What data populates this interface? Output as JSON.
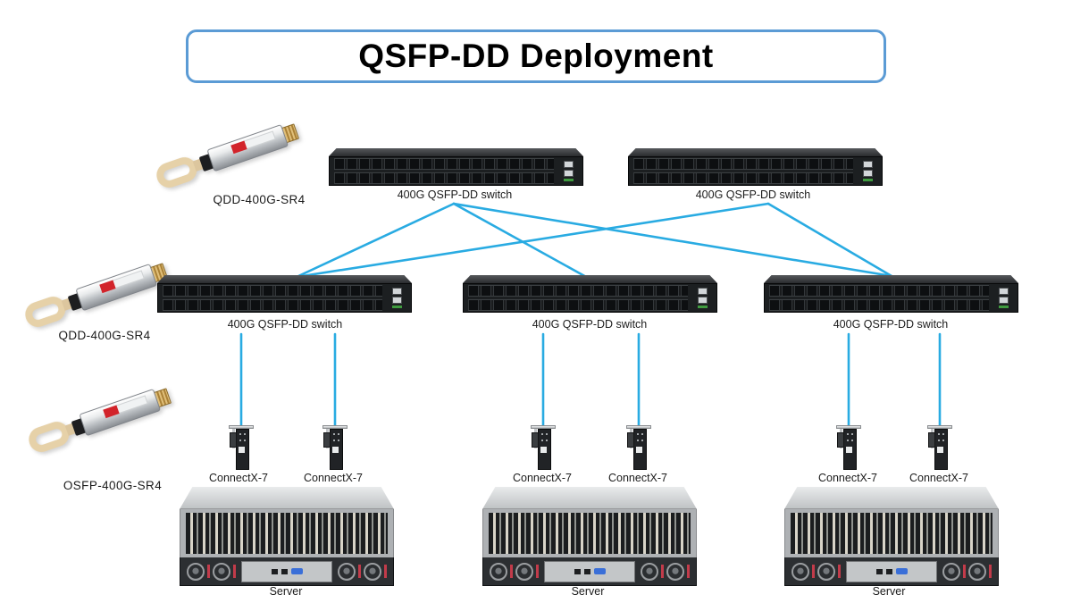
{
  "title": "QSFP-DD Deployment",
  "colors": {
    "link_line": "#29ABE2",
    "title_border": "#5B9BD5",
    "module_sticker_red": "#D2232A",
    "pull_tab_beige": "#E6D1A8"
  },
  "transceivers": [
    {
      "label": "QDD-400G-SR4"
    },
    {
      "label": "QDD-400G-SR4"
    },
    {
      "label": "OSFP-400G-SR4"
    }
  ],
  "spine_switches": [
    {
      "label": "400G QSFP-DD switch"
    },
    {
      "label": "400G QSFP-DD switch"
    }
  ],
  "leaf_switches": [
    {
      "label": "400G QSFP-DD switch"
    },
    {
      "label": "400G QSFP-DD switch"
    },
    {
      "label": "400G QSFP-DD switch"
    }
  ],
  "nics": [
    {
      "label": "ConnectX-7"
    },
    {
      "label": "ConnectX-7"
    },
    {
      "label": "ConnectX-7"
    },
    {
      "label": "ConnectX-7"
    },
    {
      "label": "ConnectX-7"
    },
    {
      "label": "ConnectX-7"
    }
  ],
  "servers": [
    {
      "label": "Server"
    },
    {
      "label": "Server"
    },
    {
      "label": "Server"
    }
  ],
  "links": [
    {
      "from": "spine-switch-1",
      "to": "leaf-switch-1"
    },
    {
      "from": "spine-switch-1",
      "to": "leaf-switch-2"
    },
    {
      "from": "spine-switch-1",
      "to": "leaf-switch-3"
    },
    {
      "from": "spine-switch-2",
      "to": "leaf-switch-1"
    },
    {
      "from": "spine-switch-2",
      "to": "leaf-switch-3"
    },
    {
      "from": "leaf-switch-1",
      "to": "nic-1"
    },
    {
      "from": "leaf-switch-1",
      "to": "nic-2"
    },
    {
      "from": "leaf-switch-2",
      "to": "nic-3"
    },
    {
      "from": "leaf-switch-2",
      "to": "nic-4"
    },
    {
      "from": "leaf-switch-3",
      "to": "nic-5"
    },
    {
      "from": "leaf-switch-3",
      "to": "nic-6"
    }
  ]
}
